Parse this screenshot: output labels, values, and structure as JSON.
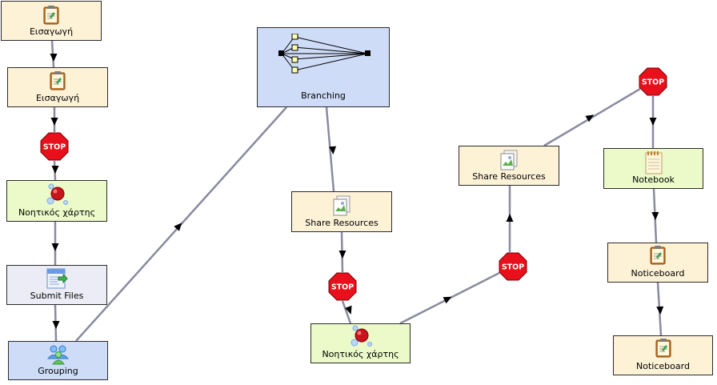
{
  "activities": [
    {
      "id": "a1",
      "label": "Εισαγωγή",
      "icon": "notice-clipboard-icon",
      "color": "cream"
    },
    {
      "id": "a2",
      "label": "Εισαγωγή",
      "icon": "notice-clipboard-icon",
      "color": "cream"
    },
    {
      "id": "a3",
      "label": "Νοητικός χάρτης",
      "icon": "mindmap-bubbles-icon",
      "color": "green"
    },
    {
      "id": "a4",
      "label": "Submit Files",
      "icon": "submit-files-icon",
      "color": "lavender"
    },
    {
      "id": "a5",
      "label": "Grouping",
      "icon": "grouping-people-icon",
      "color": "blue"
    },
    {
      "id": "a6",
      "label": "Branching",
      "icon": "branching-diagram-icon",
      "color": "blue"
    },
    {
      "id": "a7",
      "label": "Share Resources",
      "icon": "share-resources-icon",
      "color": "cream"
    },
    {
      "id": "a8",
      "label": "Νοητικός χάρτης",
      "icon": "mindmap-bubbles-icon",
      "color": "green"
    },
    {
      "id": "a9",
      "label": "Share Resources",
      "icon": "share-resources-icon",
      "color": "cream"
    },
    {
      "id": "a10",
      "label": "Notebook",
      "icon": "notebook-icon",
      "color": "green"
    },
    {
      "id": "a11",
      "label": "Noticeboard",
      "icon": "notice-clipboard-icon",
      "color": "cream"
    },
    {
      "id": "a12",
      "label": "Noticeboard",
      "icon": "notice-clipboard-icon",
      "color": "cream"
    }
  ],
  "stop_gates": [
    {
      "id": "s1",
      "label": "STOP"
    },
    {
      "id": "s2",
      "label": "STOP"
    },
    {
      "id": "s3",
      "label": "STOP"
    },
    {
      "id": "s4",
      "label": "STOP"
    }
  ],
  "colors": {
    "cream": "#fdf1d6",
    "green": "#ebfac8",
    "lavender": "#ececf6",
    "blue": "#cedcf8",
    "line": "#8a8aa0",
    "stop_red": "#e8101a",
    "border": "#2b2b2b"
  }
}
